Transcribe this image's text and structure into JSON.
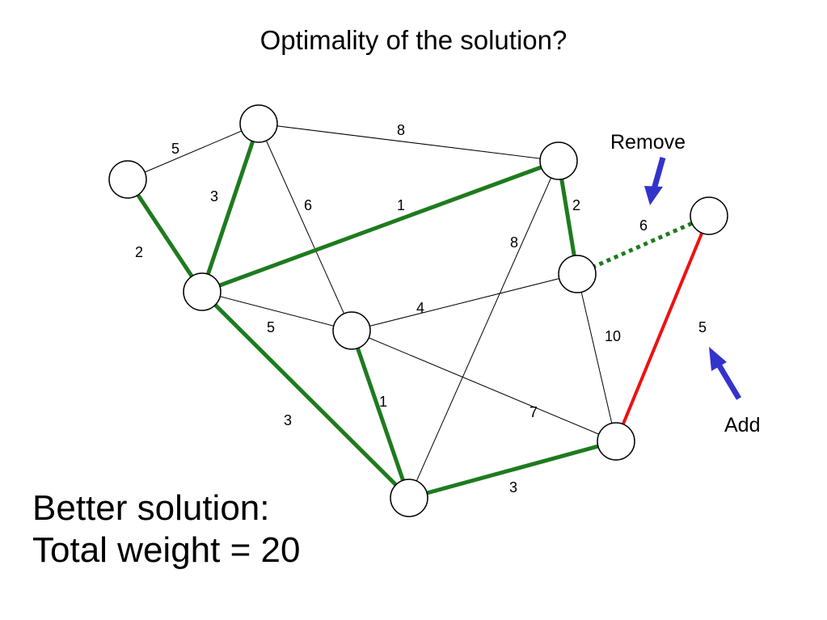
{
  "slide": {
    "title": "Optimality of the solution?",
    "summary_line1": "Better solution:",
    "summary_line2": "Total weight = 20"
  },
  "callouts": {
    "remove": "Remove",
    "add": "Add"
  },
  "colors": {
    "tree_edge": "#1e7b1e",
    "added_edge": "#ee1111",
    "arrow": "#3333cc",
    "thin_edge": "#000000"
  },
  "edges": [
    {
      "id": "A-B",
      "label": "5",
      "style": "thin"
    },
    {
      "id": "A-D",
      "label": "2",
      "style": "tree"
    },
    {
      "id": "B-D",
      "label": "3",
      "style": "tree"
    },
    {
      "id": "B-C",
      "label": "8",
      "style": "thin"
    },
    {
      "id": "B-F",
      "label": "6",
      "style": "thin"
    },
    {
      "id": "D-C",
      "label": "1",
      "style": "tree"
    },
    {
      "id": "C-E",
      "label": "2",
      "style": "tree"
    },
    {
      "id": "C-H",
      "label": "8",
      "style": "thin"
    },
    {
      "id": "E-G",
      "label": "6",
      "style": "removed"
    },
    {
      "id": "G-I",
      "label": "5",
      "style": "added"
    },
    {
      "id": "D-F",
      "label": "5",
      "style": "thin"
    },
    {
      "id": "F-E",
      "label": "4",
      "style": "thin"
    },
    {
      "id": "E-I",
      "label": "10",
      "style": "thin"
    },
    {
      "id": "D-H",
      "label": "3",
      "style": "tree"
    },
    {
      "id": "F-H",
      "label": "1",
      "style": "tree"
    },
    {
      "id": "F-I",
      "label": "7",
      "style": "thin"
    },
    {
      "id": "H-I",
      "label": "3",
      "style": "tree"
    }
  ]
}
